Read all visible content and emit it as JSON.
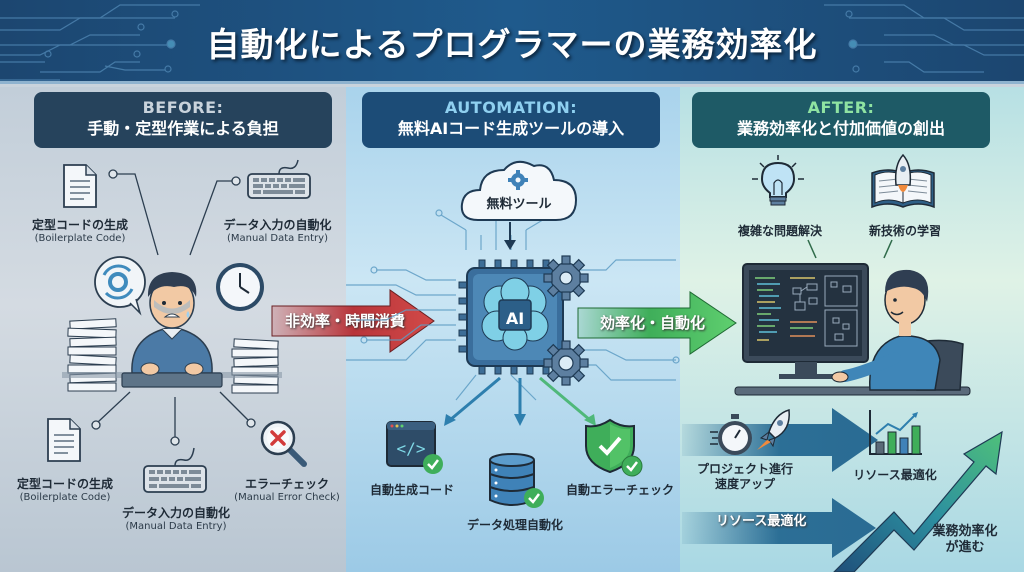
{
  "header": {
    "title": "自動化によるプログラマーの業務効率化"
  },
  "panels": {
    "before": {
      "heading": "BEFORE:",
      "subheading": "手動・定型作業による負担",
      "accent": "#c9d3dc",
      "items": [
        {
          "label": "定型コードの生成",
          "sub": "(Boilerplate Code)",
          "icon": "document-icon"
        },
        {
          "label": "データ入力の自動化",
          "sub": "(Manual Data Entry)",
          "icon": "keyboard-icon"
        },
        {
          "label": "定型コードの生成",
          "sub": "(Boilerplate Code)",
          "icon": "document-icon"
        },
        {
          "label": "データ入力の自動化",
          "sub": "(Manual Data Entry)",
          "icon": "keyboard-icon"
        },
        {
          "label": "エラーチェック",
          "sub": "(Manual Error Check)",
          "icon": "magnifier-error-icon"
        }
      ],
      "arrow_label": "非効率・時間消費",
      "arrow_color": "#c0393b"
    },
    "automation": {
      "heading": "AUTOMATION:",
      "subheading": "無料AIコード生成ツールの導入",
      "accent": "#8fd0f0",
      "cloud_label": "無料ツール",
      "chip_label": "AI",
      "outputs": [
        {
          "label": "自動生成コード",
          "icon": "code-window-icon"
        },
        {
          "label": "データ処理自動化",
          "icon": "database-icon"
        },
        {
          "label": "自動エラーチェック",
          "icon": "shield-check-icon"
        }
      ],
      "arrow_label": "効率化・自動化",
      "arrow_color": "#3fae5a"
    },
    "after": {
      "heading": "AFTER:",
      "subheading": "業務効率化と付加価値の創出",
      "accent": "#8fe3a2",
      "ideas": [
        {
          "label": "複雑な問題解決",
          "icon": "lightbulb-icon"
        },
        {
          "label": "新技術の学習",
          "icon": "book-rocket-icon"
        }
      ],
      "results": [
        {
          "label_line1": "プロジェクト進行",
          "label_line2": "速度アップ",
          "icon": "stopwatch-rocket-icon"
        },
        {
          "label": "リソース最適化",
          "icon": "bar-chart-icon"
        }
      ],
      "arrow_label": "リソース最適化",
      "growth_label_line1": "業務効率化",
      "growth_label_line2": "が進む"
    }
  }
}
